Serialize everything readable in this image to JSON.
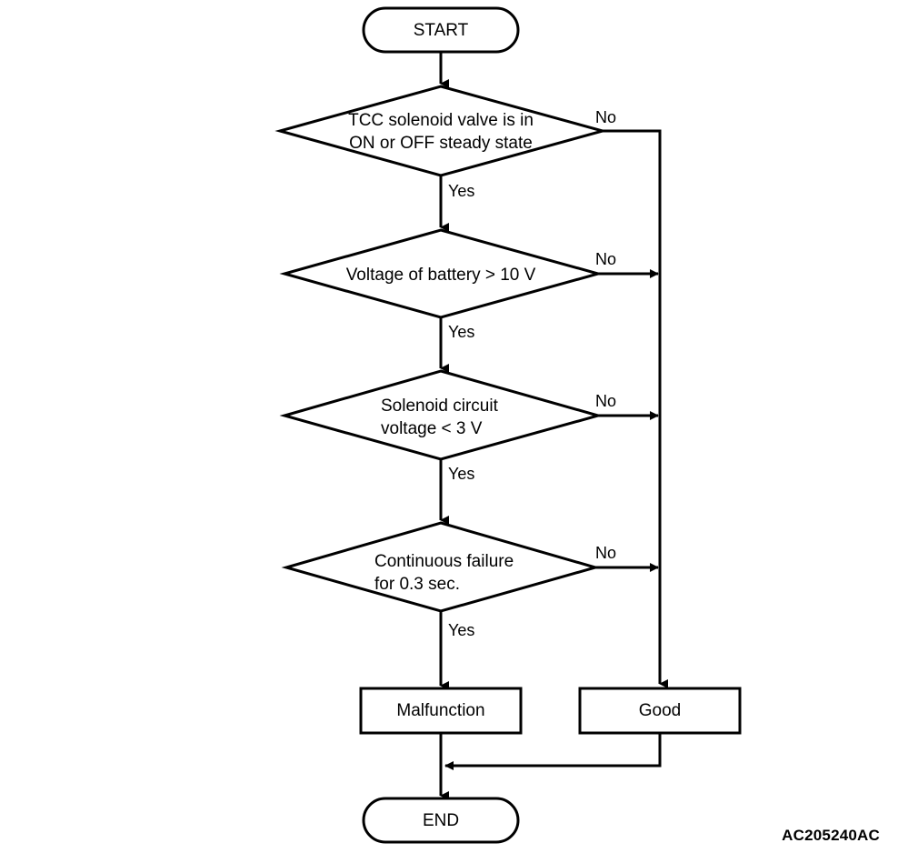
{
  "figure": {
    "code": "AC205240AC",
    "type": "flowchart",
    "background_color": "#ffffff",
    "line_color": "#000000"
  },
  "nodes": {
    "start": {
      "label": "START",
      "shape": "terminal"
    },
    "decision1": {
      "line1": "TCC solenoid valve is in",
      "line2": "ON or OFF steady state",
      "shape": "decision"
    },
    "decision2": {
      "line1": "Voltage of battery > 10 V",
      "line2": "",
      "shape": "decision"
    },
    "decision3": {
      "line1": "Solenoid circuit",
      "line2": "voltage < 3 V",
      "shape": "decision"
    },
    "decision4": {
      "line1": "Continuous failure",
      "line2": "for 0.3 sec.",
      "shape": "decision"
    },
    "malfunction": {
      "label": "Malfunction",
      "shape": "process"
    },
    "good": {
      "label": "Good",
      "shape": "process"
    },
    "end": {
      "label": "END",
      "shape": "terminal"
    }
  },
  "edge_labels": {
    "no1": "No",
    "yes1": "Yes",
    "no2": "No",
    "yes2": "Yes",
    "no3": "No",
    "yes3": "Yes",
    "no4": "No",
    "yes4": "Yes"
  }
}
